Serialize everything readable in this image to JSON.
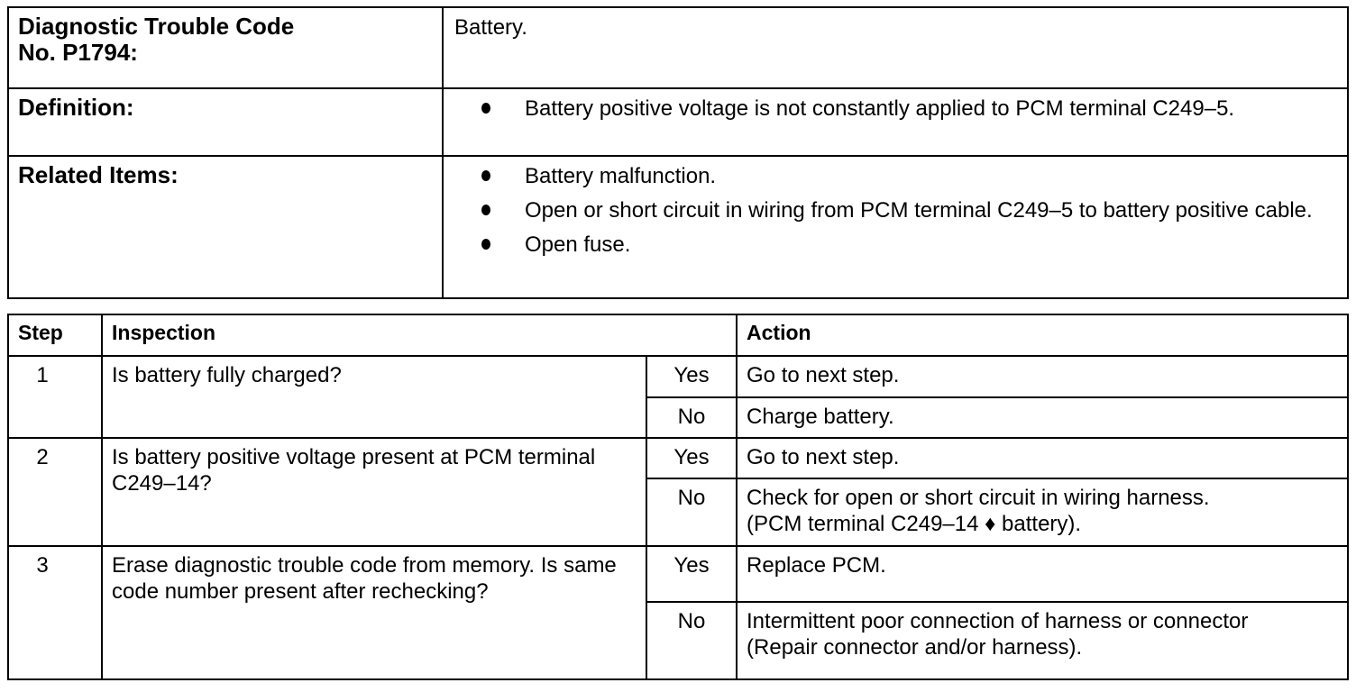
{
  "info": {
    "code_label_line1": "Diagnostic Trouble Code",
    "code_label_line2": "No. P1794:",
    "code_value": "Battery.",
    "definition_label": "Definition:",
    "definition_items": [
      "Battery positive voltage is not constantly applied to PCM terminal C249–5."
    ],
    "related_label": "Related Items:",
    "related_items": [
      "Battery  malfunction.",
      "Open or short circuit in wiring from PCM terminal C249–5 to battery positive cable.",
      "Open fuse."
    ]
  },
  "steps_table": {
    "headers": {
      "step": "Step",
      "inspection": "Inspection",
      "action": "Action"
    },
    "steps": [
      {
        "number": "1",
        "inspection": "Is battery fully charged?",
        "yes_label": "Yes",
        "yes_action": "Go to next step.",
        "no_label": "No",
        "no_action": "Charge battery."
      },
      {
        "number": "2",
        "inspection": "Is battery positive voltage present at PCM terminal C249–14?",
        "yes_label": "Yes",
        "yes_action": "Go to next step.",
        "no_label": "No",
        "no_action_line1": "Check for open or short circuit in wiring harness.",
        "no_action_line2_pre": "(PCM terminal C249–14",
        "no_action_arrow": "♦",
        "no_action_line2_post": " battery)."
      },
      {
        "number": "3",
        "inspection": "Erase diagnostic trouble code from memory. Is same code number present after rechecking?",
        "yes_label": "Yes",
        "yes_action": "Replace PCM.",
        "no_label": "No",
        "no_action_line1": "Intermittent poor connection of harness or connector",
        "no_action_line2": "(Repair connector and/or harness)."
      }
    ]
  }
}
